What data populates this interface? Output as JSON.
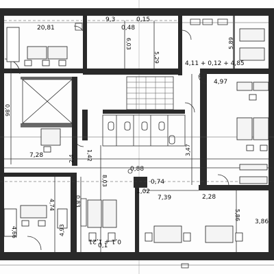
{
  "drawing": {
    "dimensions": {
      "d1": "20,81",
      "d2": "9,3",
      "d3": "0,48",
      "d4": "0,15",
      "d5": "5,29",
      "d6": "4,11 + 0,12 + 4,85",
      "d7": "4,97",
      "d8": "7,28",
      "d9": "3,47",
      "d10": "2,4",
      "d11": "8,03",
      "d12": "0,74",
      "d13": "1,02",
      "d14": "4,74",
      "d15": "5,86",
      "d16": "4,93",
      "d17": "7,39",
      "d18": "0,83",
      "d19": "0,88",
      "d20": "0,1 + 1,21",
      "d21": "5,89",
      "d22": "3,86",
      "d23": "0,1",
      "d24": "6,03",
      "d25": "4,66",
      "d26": "2,28",
      "d27": "1,42",
      "d28": "0,86"
    }
  }
}
